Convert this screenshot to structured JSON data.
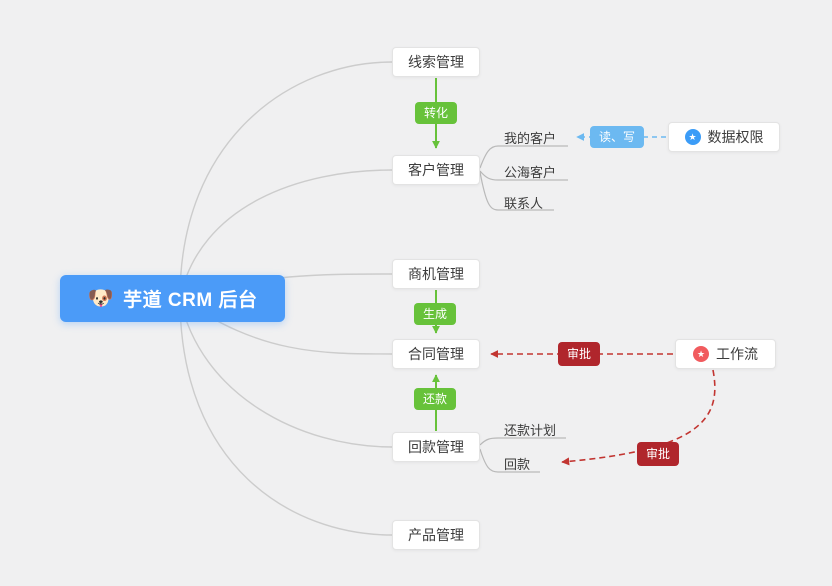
{
  "root": {
    "label": "芋道 CRM 后台"
  },
  "glyphs": {
    "dog": "🐶",
    "star": "★"
  },
  "nodes": {
    "leads": "线索管理",
    "customer": "客户管理",
    "opportunity": "商机管理",
    "contract": "合同管理",
    "receivable": "回款管理",
    "product": "产品管理",
    "data_permission": "数据权限",
    "workflow": "工作流"
  },
  "children": {
    "my_customer": "我的客户",
    "public_customer": "公海客户",
    "contact": "联系人",
    "repayment_plan": "还款计划",
    "repayment": "回款"
  },
  "edge_labels": {
    "convert": "转化",
    "generate": "生成",
    "repay": "还款",
    "read_write": "读、写",
    "approve_contract": "审批",
    "approve_receivable": "审批"
  },
  "colors": {
    "root_bg": "#4b9bf8",
    "green": "#67c23a",
    "blue_badge": "#6cb9f1",
    "red_line": "#c23531",
    "red_badge": "#b0262c",
    "node_border": "#e3e3e3",
    "connector_gray": "#cccccc",
    "background": "#f0f0f1"
  }
}
